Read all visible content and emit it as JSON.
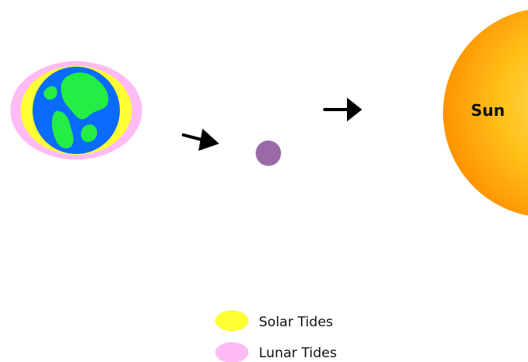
{
  "diagram": {
    "sun_label": "Sun",
    "legend": [
      {
        "label": "Solar Tides",
        "color": "#ffff33"
      },
      {
        "label": "Lunar Tides",
        "color": "#ffbbf5"
      }
    ]
  },
  "colors": {
    "earth_ocean": "#0a6bff",
    "earth_land": "#22ee44",
    "moon": "#9a6aa6",
    "sun_core": "#ffdd44",
    "sun_edge": "#ff9a00",
    "arrow": "#000000"
  }
}
